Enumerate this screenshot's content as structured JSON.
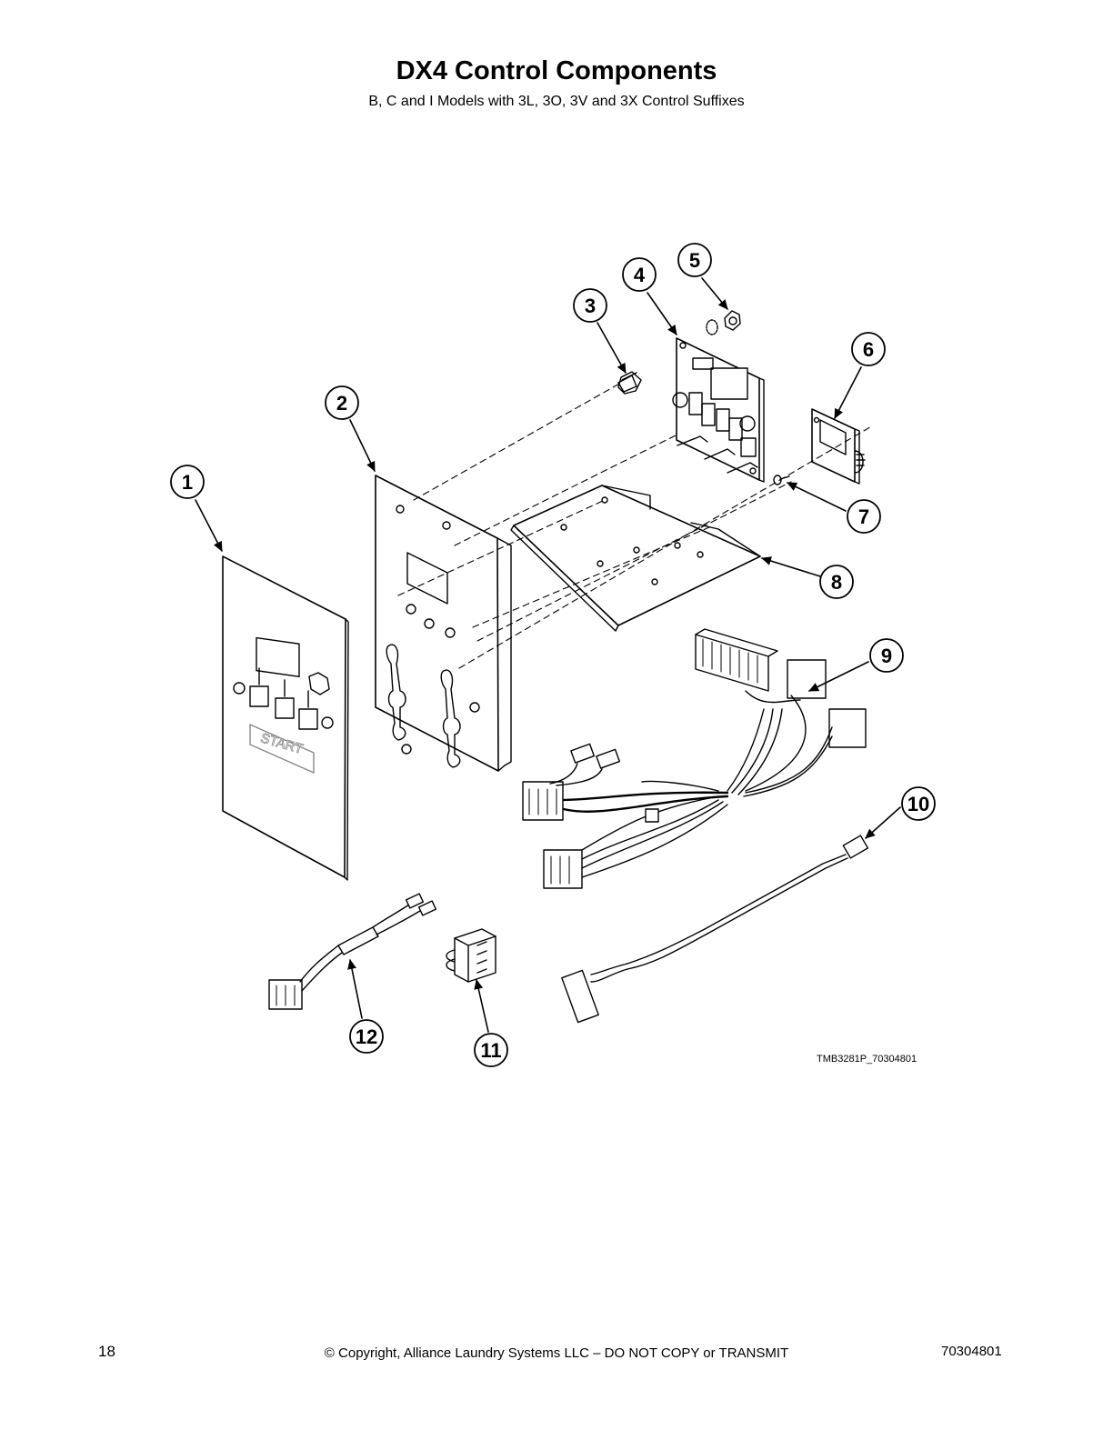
{
  "header": {
    "title": "DX4 Control Components",
    "subtitle": "B, C and I Models with 3L, 3O, 3V and 3X Control Suffixes"
  },
  "diagram": {
    "callouts": [
      "1",
      "2",
      "3",
      "4",
      "5",
      "6",
      "7",
      "8",
      "9",
      "10",
      "11",
      "12"
    ],
    "keypad_label": "START",
    "figure_id": "TMB3281P_70304801"
  },
  "footer": {
    "page_number": "18",
    "copyright": "© Copyright, Alliance Laundry Systems LLC – DO NOT COPY or TRANSMIT",
    "document_number": "70304801"
  }
}
